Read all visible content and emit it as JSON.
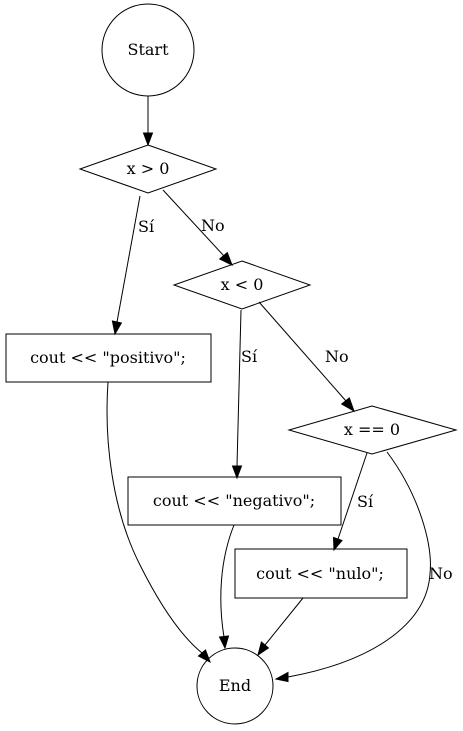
{
  "nodes": {
    "start": "Start",
    "cond_positive": "x > 0",
    "cond_negative": "x < 0",
    "cond_zero": "x == 0",
    "out_positive": "cout << \"positivo\";",
    "out_negative": "cout << \"negativo\";",
    "out_zero": "cout << \"nulo\";",
    "end": "End"
  },
  "edge_labels": {
    "positive_yes": "Sí",
    "positive_no": "No",
    "negative_yes": "Sí",
    "negative_no": "No",
    "zero_yes": "Sí",
    "zero_no": "No"
  }
}
